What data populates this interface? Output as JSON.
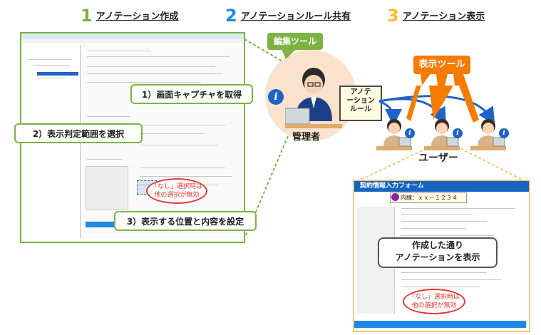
{
  "steps": [
    {
      "num": "1",
      "label": "アノテーション作成",
      "color": "#7cb342"
    },
    {
      "num": "2",
      "label": "アノテーションルール共有",
      "color": "#1e88e5"
    },
    {
      "num": "3",
      "label": "アノテーション表示",
      "color": "#fbc02d"
    }
  ],
  "callouts": {
    "capture": "1）画面キャプチャを取得",
    "select_range": "2）表示判定範囲を選択",
    "set_position": "3）表示する位置と内容を設定"
  },
  "annotation_note": {
    "line1": "「なし」選択時は",
    "line2": "他の選択が無効"
  },
  "edit_tool_label": "編集ツール",
  "admin_label": "管理者",
  "display_tool_label": "表示ツール",
  "rule_note": {
    "line1": "アノテ",
    "line2": "ーション",
    "line3": "ルール"
  },
  "user_label": "ユーザー",
  "form": {
    "title": "契約情報入力フォーム",
    "naiten": "内線：ｘｘ－１２３４",
    "callout_line1": "作成した通り",
    "callout_line2": "アノテーションを表示",
    "note_line1": "「なし」選択時は",
    "note_line2": "他の選択が無効"
  },
  "colors": {
    "green": "#7cb342",
    "blue": "#1565c0",
    "orange": "#f57c00",
    "red": "#e53935"
  }
}
